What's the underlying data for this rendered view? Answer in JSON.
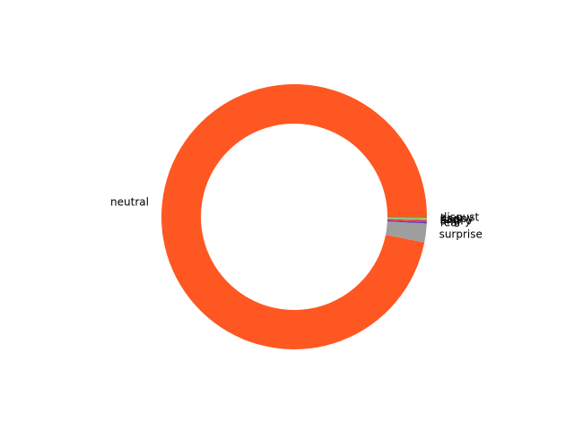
{
  "chart_data": {
    "type": "pie",
    "style": "donut",
    "start_angle_deg": 0,
    "counterclockwise": true,
    "slices": [
      {
        "label": "neutral",
        "value": 96.9,
        "color": "#FF5722"
      },
      {
        "label": "surprise",
        "value": 2.3,
        "color": "#9E9E9E"
      },
      {
        "label": "fear",
        "value": 0.2,
        "color": "#673AB7"
      },
      {
        "label": "angry",
        "value": 0.2,
        "color": "#F44336"
      },
      {
        "label": "sad",
        "value": 0.1,
        "color": "#2196F3"
      },
      {
        "label": "happy",
        "value": 0.1,
        "color": "#FFEB3B"
      },
      {
        "label": "disgust",
        "value": 0.2,
        "color": "#4CAF50"
      }
    ]
  }
}
